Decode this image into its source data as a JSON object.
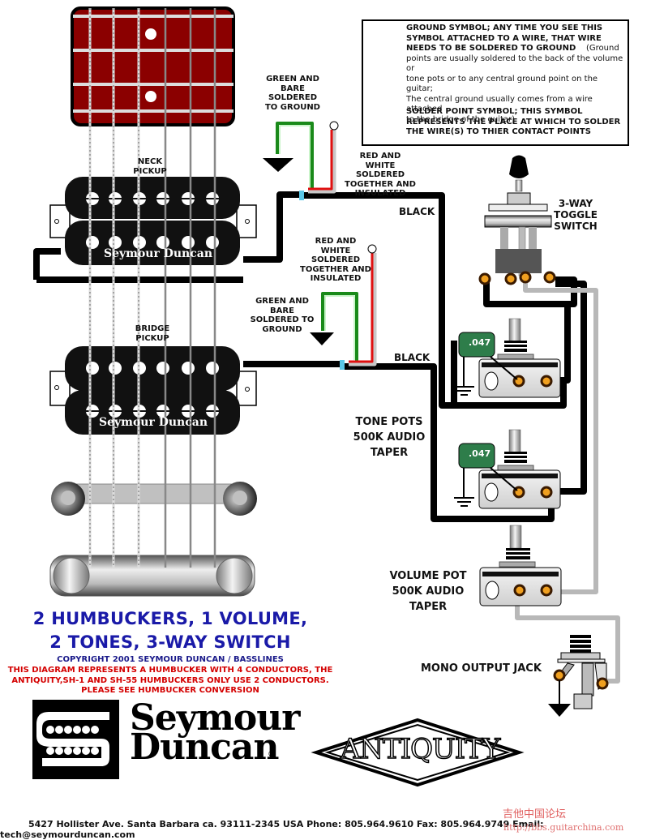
{
  "legend": {
    "ground_line1": "GROUND SYMBOL; ANY TIME YOU SEE THIS",
    "ground_line2": "SYMBOL ATTACHED TO A WIRE, THAT WIRE",
    "ground_line3_bold": "NEEDS TO BE SOLDERED TO GROUND",
    "ground_line3_normal": "(Ground",
    "ground_line4": "points are usually soldered to the back of the volume or",
    "ground_line5": "tone pots or to any central ground point on the guitar;",
    "ground_line6": "The central ground usually comes from a wire attached",
    "ground_line7": "to the bridge of the guitar)",
    "solder_line1": "SOLDER POINT SYMBOL; THIS SYMBOL",
    "solder_line2": "REPRESENTS THE PLACE AT WHICH TO SOLDER",
    "solder_line3": "THE WIRE(S) TO THIER CONTACT POINTS"
  },
  "labels": {
    "neck_pickup": "NECK PICKUP",
    "bridge_pickup": "BRIDGE PICKUP",
    "neck_green": [
      "GREEN AND",
      "BARE",
      "SOLDERED",
      "TO GROUND"
    ],
    "neck_redwhite": [
      "RED AND WHITE",
      "SOLDERED",
      "TOGETHER AND",
      "INSULATED"
    ],
    "bridge_redwhite": [
      "RED AND WHITE",
      "SOLDERED",
      "TOGETHER AND",
      "INSULATED"
    ],
    "bridge_green": [
      "GREEN AND BARE",
      "SOLDERED TO",
      "GROUND"
    ],
    "black_neck": "BLACK",
    "black_bridge": "BLACK",
    "toggle": [
      "3-WAY",
      "TOGGLE",
      "SWITCH"
    ],
    "tone_pots": [
      "TONE POTS",
      "500K AUDIO",
      "TAPER"
    ],
    "volume_pot": [
      "VOLUME POT",
      "500K AUDIO",
      "TAPER"
    ],
    "output_jack": "MONO OUTPUT JACK",
    "cap_value_1": ".047",
    "cap_value_2": ".047",
    "pickup_brand": "Seymour Duncan"
  },
  "title": {
    "line1": "2 HUMBUCKERS, 1 VOLUME,",
    "line2": "2 TONES, 3-WAY SWITCH",
    "copyright": "COPYRIGHT 2001 SEYMOUR DUNCAN / BASSLINES",
    "note_line1": "THIS DIAGRAM REPRESENTS A HUMBUCKER WITH 4 CONDUCTORS, THE",
    "note_line2": "ANTIQUITY,SH-1 AND SH-55 HUMBUCKERS ONLY USE 2 CONDUCTORS.",
    "note_line3": "PLEASE SEE HUMBUCKER CONVERSION"
  },
  "logos": {
    "brand_line1": "Seymour",
    "brand_line2": "Duncan",
    "registered": "®",
    "antiquity": "ANTIQUITY"
  },
  "footer": {
    "address": "5427 Hollister Ave. Santa Barbara ca. 93111-2345 USA  Phone: 805.964.9610  Fax: 805.964.9749  Email: tech@seymourduncan.com",
    "watermark_cn": "吉他中国论坛",
    "watermark_url": "http://bbs.guitarchina.com"
  },
  "colors": {
    "fretboard": "#8b0000",
    "wire_black": "#000000",
    "wire_green": "#1a8a1a",
    "wire_red": "#e01010",
    "wire_gray": "#b8b8b8",
    "solder": "#f0a020",
    "capacitor": "#2e7d4a",
    "title_blue": "#1a1aa8",
    "note_red": "#d40000"
  }
}
